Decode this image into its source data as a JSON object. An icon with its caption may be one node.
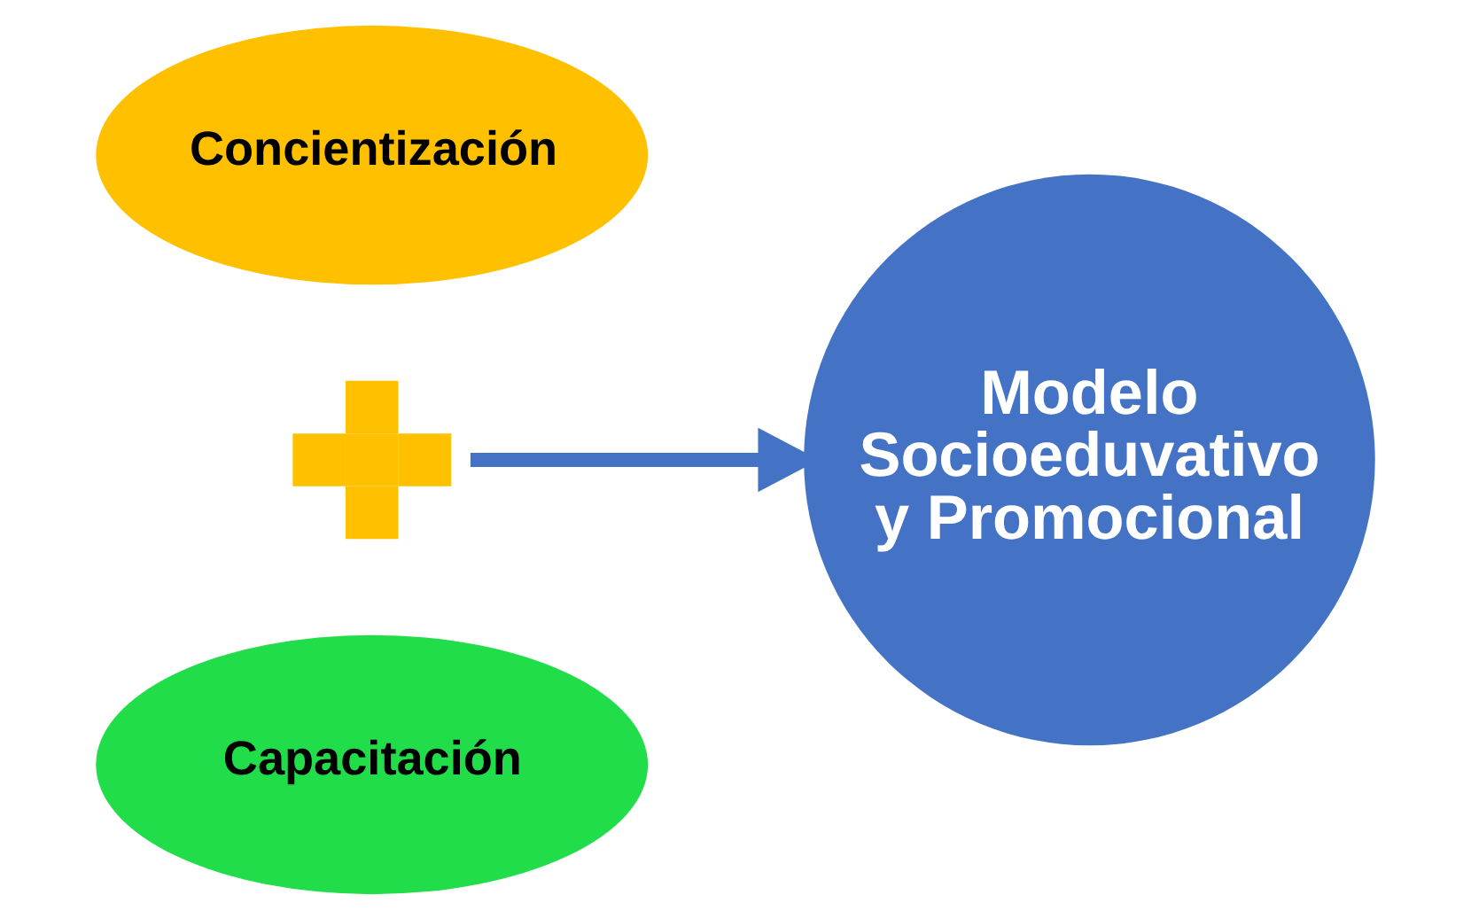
{
  "diagram": {
    "nodes": [
      {
        "text": [
          "Concientización"
        ]
      },
      {
        "text": [],
        "shape": "plus"
      },
      {
        "text": [
          "Capacitación"
        ]
      },
      {
        "text": [
          "Modelo Socioeduvativo y Promocional"
        ]
      }
    ],
    "edges": [
      {
        "from": 1,
        "to": 3,
        "arrow": "to",
        "color": "#4472c4"
      }
    ]
  }
}
